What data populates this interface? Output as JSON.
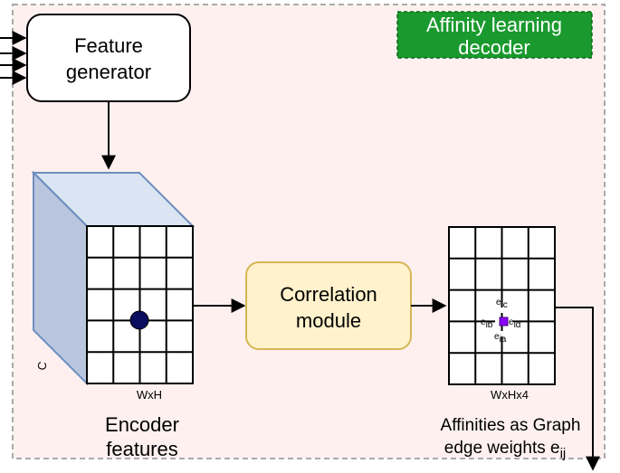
{
  "colors": {
    "panel_fill": "#fff0f0",
    "panel_border": "#a9a9a9",
    "badge_fill": "#1a9a2e",
    "badge_border": "#0d6a18",
    "badge_text": "#ffffff",
    "cube_front": "#dbe4f2",
    "cube_side": "#b9c6de",
    "cube_edge": "#6c8ebf",
    "correlation_fill": "#fff2cc",
    "correlation_border": "#d6b656",
    "node_fill": "#0b0d5f",
    "center_node": "#8a00ff"
  },
  "badge": {
    "line1": "Affinity learning",
    "line2": "decoder"
  },
  "feature_generator": {
    "line1": "Feature",
    "line2": "generator"
  },
  "encoder": {
    "channel_label": "C",
    "grid_label": "WxH",
    "caption_line1": "Encoder",
    "caption_line2": "features"
  },
  "correlation": {
    "line1": "Correlation",
    "line2": "module"
  },
  "affinity": {
    "grid_label": "WxHx4",
    "neighbors": {
      "top": "e",
      "top_sub": "ic",
      "left": "e",
      "left_sub": "ib",
      "right": "e",
      "right_sub": "id",
      "bottom": "e",
      "bottom_sub": "ia"
    },
    "caption_line1": "Affinities as Graph",
    "caption_line2": "edge weights e",
    "caption_sub": "ij"
  }
}
